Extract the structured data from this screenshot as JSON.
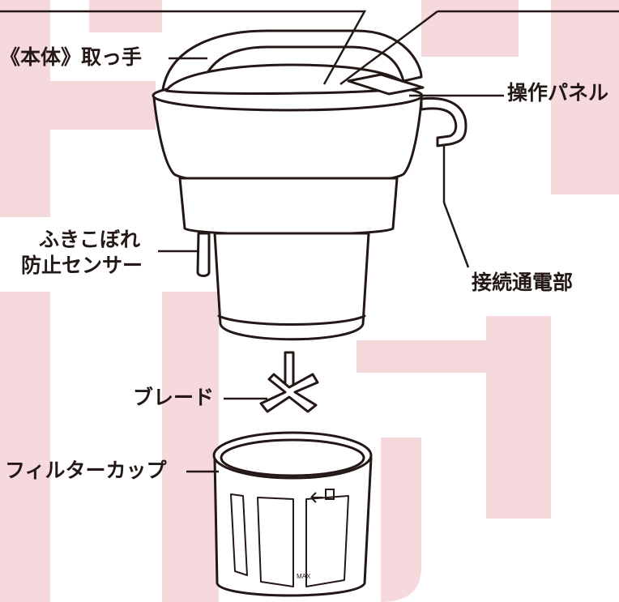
{
  "colors": {
    "line": "#231815",
    "watermark": "#f6d9dc",
    "background": "#ffffff"
  },
  "labels": {
    "handle": "《本体》取っ手",
    "panel": "操作パネル",
    "contact": "接続通電部",
    "sensor_line1": "ふきこぼれ",
    "sensor_line2": "防止センサー",
    "blade": "ブレード",
    "filter": "フィルターカップ"
  },
  "markings": {
    "max": "MAX"
  }
}
